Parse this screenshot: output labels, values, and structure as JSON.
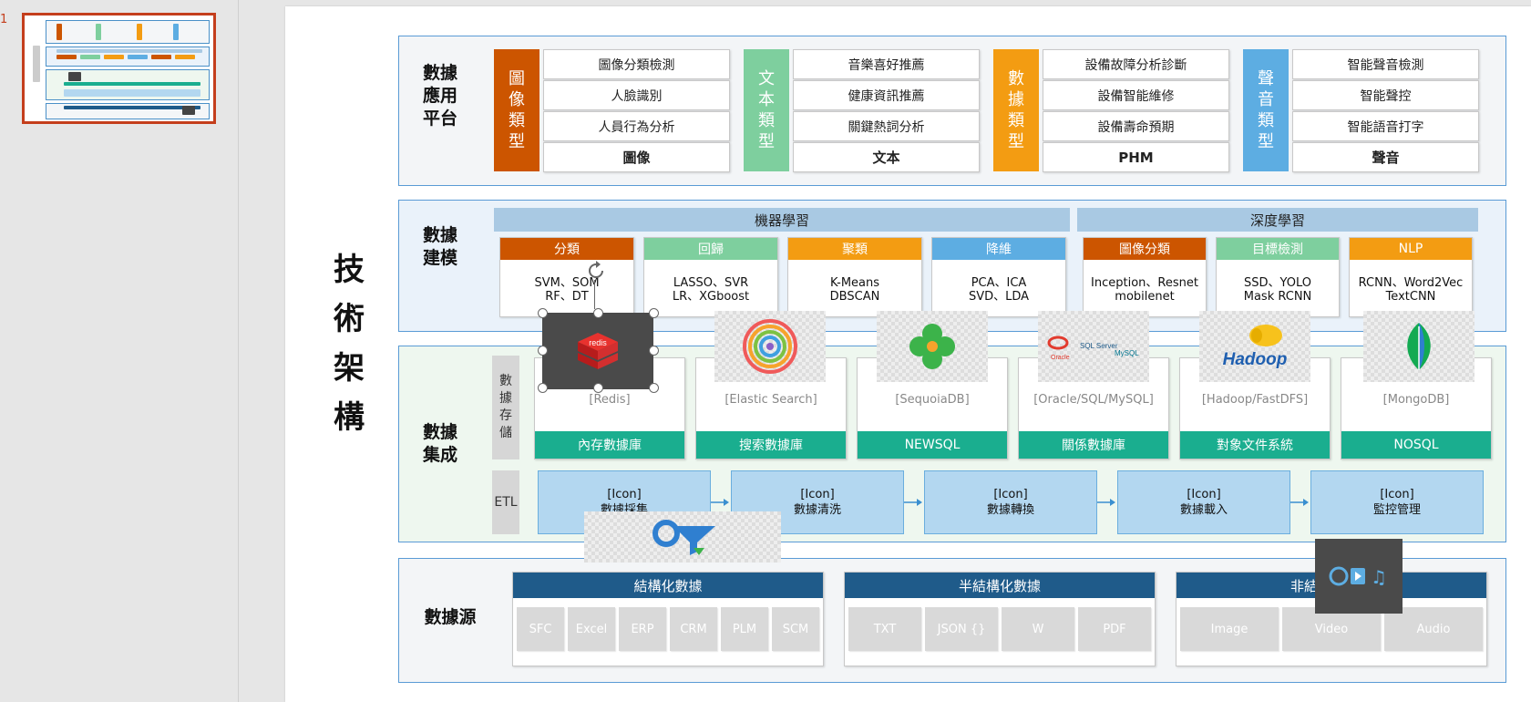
{
  "slide_number": "1",
  "title": "技術架構",
  "app_platform": {
    "label": "數據\n應用\n平台",
    "groups": [
      {
        "type_label": "圖像類型",
        "color": "#cc5500",
        "items": [
          "圖像分類檢測",
          "人臉識別",
          "人員行為分析"
        ],
        "summary": "圖像"
      },
      {
        "type_label": "文本類型",
        "color": "#7ecf9e",
        "items": [
          "音樂喜好推薦",
          "健康資訊推薦",
          "關鍵熱詞分析"
        ],
        "summary": "文本"
      },
      {
        "type_label": "數據類型",
        "color": "#f39c12",
        "items": [
          "設備故障分析診斷",
          "設備智能維修",
          "設備壽命預期"
        ],
        "summary": "PHM"
      },
      {
        "type_label": "聲音類型",
        "color": "#5dade2",
        "items": [
          "智能聲音檢測",
          "智能聲控",
          "智能語音打字"
        ],
        "summary": "聲音"
      }
    ]
  },
  "modeling": {
    "label": "數據\n建模",
    "groups": [
      "機器學習",
      "深度學習"
    ],
    "algos": [
      {
        "title": "分類",
        "color": "#cc5500",
        "lines": [
          "SVM、SOM",
          "RF、DT"
        ]
      },
      {
        "title": "回歸",
        "color": "#7ecf9e",
        "lines": [
          "LASSO、SVR",
          "LR、XGboost"
        ]
      },
      {
        "title": "聚類",
        "color": "#f39c12",
        "lines": [
          "K-Means",
          "DBSCAN"
        ]
      },
      {
        "title": "降維",
        "color": "#5dade2",
        "lines": [
          "PCA、ICA",
          "SVD、LDA"
        ]
      },
      {
        "title": "圖像分類",
        "color": "#cc5500",
        "lines": [
          "Inception、Resnet",
          "mobilenet"
        ]
      },
      {
        "title": "目標檢測",
        "color": "#7ecf9e",
        "lines": [
          "SSD、YOLO",
          "Mask RCNN"
        ]
      },
      {
        "title": "NLP",
        "color": "#f39c12",
        "lines": [
          "RCNN、Word2Vec",
          "TextCNN"
        ]
      }
    ]
  },
  "integration": {
    "label": "數據\n集成",
    "storage_tag": "數據存儲",
    "etl_tag": "ETL",
    "stores": [
      {
        "name": "[Redis]",
        "category": "內存數據庫",
        "logo": "redis"
      },
      {
        "name": "[Elastic Search]",
        "category": "搜索數據庫",
        "logo": "elastic"
      },
      {
        "name": "[SequoiaDB]",
        "category": "NEWSQL",
        "logo": "sequoia"
      },
      {
        "name": "[Oracle/SQL/MySQL]",
        "category": "關係數據庫",
        "logo": "oracle"
      },
      {
        "name": "[Hadoop/FastDFS]",
        "category": "對象文件系統",
        "logo": "hadoop"
      },
      {
        "name": "[MongoDB]",
        "category": "NOSQL",
        "logo": "mongo"
      }
    ],
    "etl": [
      {
        "icon": "[Icon]",
        "label": "數據採集"
      },
      {
        "icon": "[Icon]",
        "label": "數據清洗"
      },
      {
        "icon": "[Icon]",
        "label": "數據轉換"
      },
      {
        "icon": "[Icon]",
        "label": "數據載入"
      },
      {
        "icon": "[Icon]",
        "label": "監控管理"
      }
    ],
    "logo_texts": {
      "redis": "redis",
      "oracle": "Oracle",
      "sqlserver": "SQL Server",
      "mysql": "MySQL",
      "hadoop": "Hadoop"
    }
  },
  "sources": {
    "label": "數據源",
    "groups": [
      {
        "title": "結構化數據",
        "items": [
          "SFC",
          "Excel",
          "ERP",
          "CRM",
          "PLM",
          "SCM"
        ]
      },
      {
        "title": "半結構化數據",
        "items": [
          "TXT",
          "JSON {}",
          "W",
          "PDF"
        ]
      },
      {
        "title": "非結構化數據",
        "items": [
          "Image",
          "Video",
          "Audio"
        ]
      }
    ]
  },
  "colors": {
    "section_border": "#5a9bd5",
    "teal": "#1aae8f",
    "navy": "#1f5b8a",
    "etl": "#b3d7f0"
  }
}
